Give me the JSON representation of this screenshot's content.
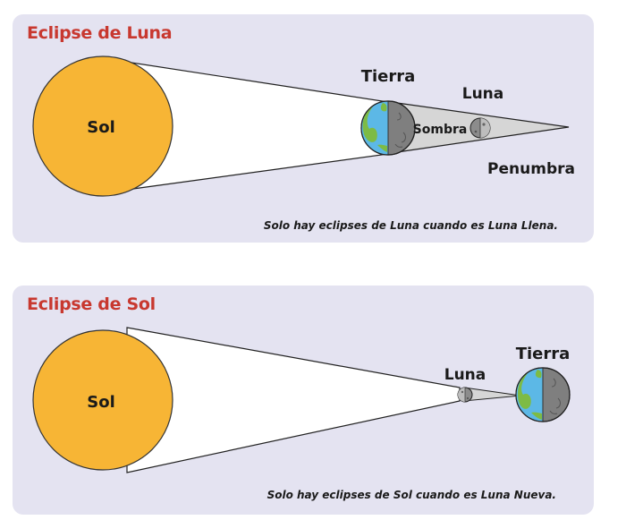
{
  "lunar_eclipse": {
    "title": "Eclipse de Luna",
    "sun_label": "Sol",
    "earth_label": "Tierra",
    "moon_label": "Luna",
    "umbra_label": "Sombra",
    "penumbra_label": "Penumbra",
    "caption": "Solo hay eclipses de Luna cuando es Luna Llena."
  },
  "solar_eclipse": {
    "title": "Eclipse de Sol",
    "sun_label": "Sol",
    "moon_label": "Luna",
    "earth_label": "Tierra",
    "caption": "Solo hay eclipses de Sol cuando es Luna Nueva."
  },
  "colors": {
    "panel_bg": "#e4e3f1",
    "title": "#c8382f",
    "sun": "#f7b535",
    "earth_ocean": "#5cb8e6",
    "earth_land": "#7dbb45",
    "earth_night": "#7f7f7f",
    "shadow": "#d6d6d6"
  }
}
